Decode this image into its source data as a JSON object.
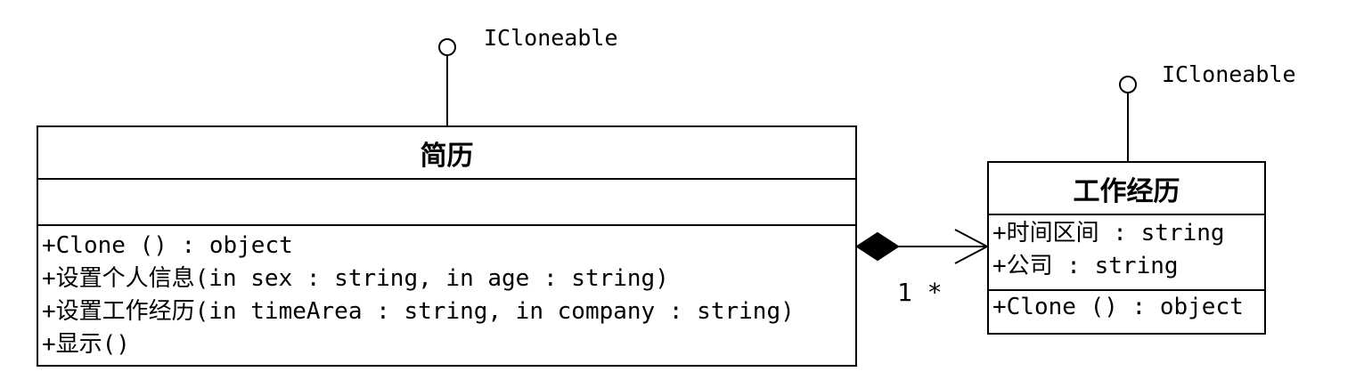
{
  "classes": {
    "resume": {
      "name": "简历",
      "interface": "ICloneable",
      "attributes": [],
      "operations": [
        "+Clone () : object",
        "+设置个人信息(in sex : string, in age : string)",
        "+设置工作经历(in timeArea : string, in company : string)",
        "+显示()"
      ]
    },
    "work_experience": {
      "name": "工作经历",
      "interface": "ICloneable",
      "attributes": [
        "+时间区间 : string",
        "+公司 : string"
      ],
      "operations": [
        "+Clone () : object"
      ]
    }
  },
  "association": {
    "type": "composition",
    "multiplicity": "1 *"
  }
}
